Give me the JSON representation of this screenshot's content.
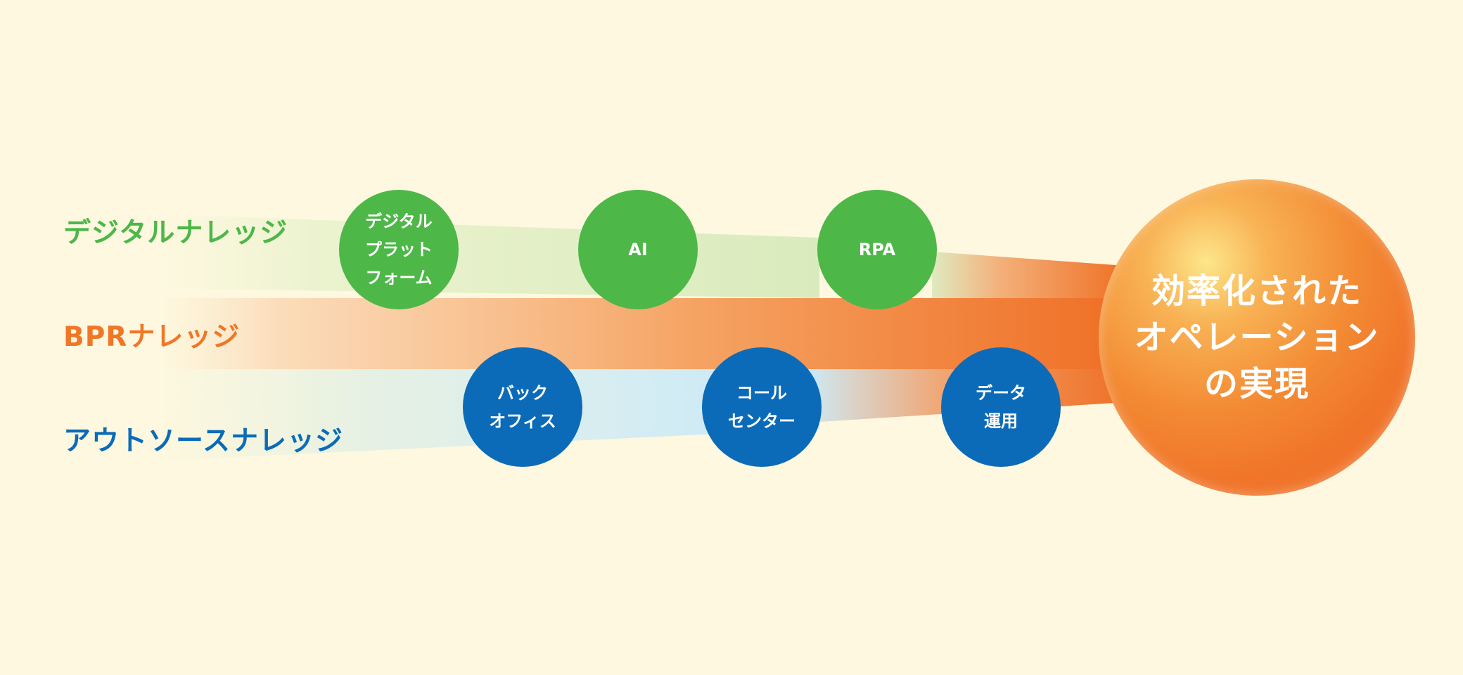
{
  "colors": {
    "background": "#fdf8df",
    "digital": "#4db748",
    "bpr": "#ef7727",
    "outsource": "#0b6bb8",
    "goal": "#f0752a"
  },
  "labels": {
    "digital": "デジタルナレッジ",
    "bpr": "BPRナレッジ",
    "outsource": "アウトソースナレッジ"
  },
  "digital_nodes": [
    {
      "text": "デジタル\nプラット\nフォーム"
    },
    {
      "text": "AI"
    },
    {
      "text": "RPA"
    }
  ],
  "outsource_nodes": [
    {
      "text": "バック\nオフィス"
    },
    {
      "text": "コール\nセンター"
    },
    {
      "text": "データ\n運用"
    }
  ],
  "goal": {
    "text": "効率化された\nオペレーション\nの実現"
  }
}
